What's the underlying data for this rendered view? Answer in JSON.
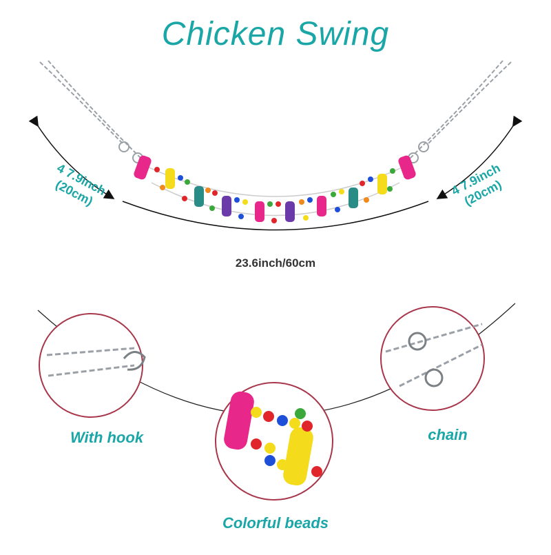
{
  "title": "Chicken Swing",
  "dimensions": {
    "left_drop": "4 7.9inch\n(20cm)",
    "right_drop": "4 7.9inch\n(20cm)",
    "total_width": "23.6inch/60cm"
  },
  "details": {
    "hook": "With hook",
    "chain": "chain",
    "beads": "Colorful beads"
  },
  "colors": {
    "accent": "#1aa6a6",
    "circle_border": "#a8364a",
    "pink": "#e8278a",
    "yellow": "#f4dc1c",
    "purple": "#6a3aa8",
    "teal": "#2a8c86",
    "red": "#e0262a",
    "blue": "#1e4fd8",
    "green": "#3aa83a",
    "orange": "#f08a1c"
  }
}
